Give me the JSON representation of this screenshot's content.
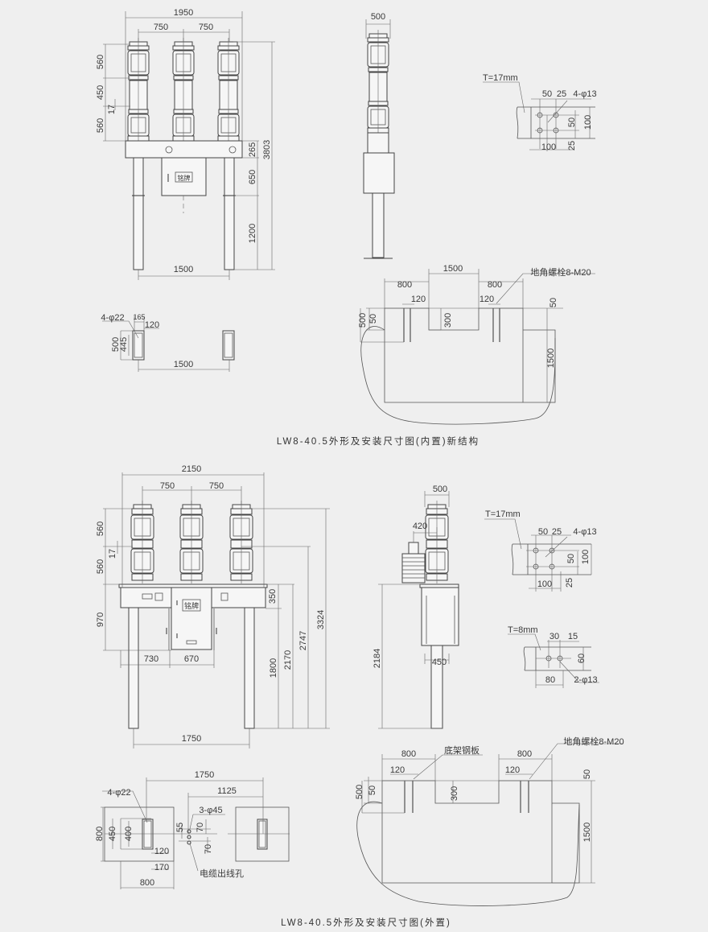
{
  "colors": {
    "background": "#efefef",
    "line": "#555555",
    "text": "#3a3a3a"
  },
  "top": {
    "front": {
      "overall_width": "1950",
      "phase_spacing_left": "750",
      "phase_spacing_right": "750",
      "h_upper": "560",
      "h_mid": "450",
      "h_gap": "17",
      "h_lower": "560",
      "base_h": "265",
      "cabinet_h": "650",
      "leg_h": "1200",
      "total_h": "3803",
      "leg_spacing": "1500",
      "nameplate": "铭牌"
    },
    "side": {
      "width": "500"
    },
    "plate": {
      "thickness": "T=17mm",
      "d1": "50",
      "d2": "25",
      "holes": "4-φ13",
      "v1": "50",
      "v2": "100",
      "w": "100",
      "v3": "25"
    },
    "footprint": {
      "holes": "4-φ22",
      "d165": "165",
      "d120": "120",
      "h500": "500",
      "h445": "445",
      "spacing": "1500"
    },
    "foundation": {
      "span": "1500",
      "left_w": "800",
      "right_w": "800",
      "bolts": "地角螺栓8-M20",
      "left_120": "120",
      "right_120": "120",
      "top_50": "50",
      "h500": "500",
      "h50": "50",
      "notch": "300",
      "depth": "1500"
    },
    "caption": "LW8-40.5外形及安装尺寸图(内置)新结构"
  },
  "bottom": {
    "front": {
      "overall_width": "2150",
      "phase_spacing_left": "750",
      "phase_spacing_right": "750",
      "h_upper": "560",
      "h_gap": "17",
      "h_lower": "560",
      "cabinet_h": "970",
      "w730": "730",
      "w670": "670",
      "box_h": "350",
      "h1800": "1800",
      "h2170": "2170",
      "h2747": "2747",
      "h3324": "3324",
      "leg_spacing": "1750",
      "nameplate": "铭牌"
    },
    "side": {
      "width": "500",
      "ct_offset": "420",
      "height": "2184",
      "leg": "450"
    },
    "plate17": {
      "thickness": "T=17mm",
      "d1": "50",
      "d2": "25",
      "holes": "4-φ13",
      "v1": "50",
      "v2": "100",
      "w": "100",
      "v3": "25"
    },
    "plate8": {
      "thickness": "T=8mm",
      "d1": "30",
      "d2": "15",
      "v": "60",
      "w": "80",
      "holes": "2-φ13"
    },
    "footprint": {
      "holes": "4-φ22",
      "spacing": "1750",
      "cable_offset": "1125",
      "cable_holes": "3-φ45",
      "d55": "55",
      "d70a": "70",
      "d70b": "70",
      "h800": "800",
      "h450": "450",
      "h400": "400",
      "d120": "120",
      "d170": "170",
      "w800": "800",
      "cable_label": "电缆出线孔"
    },
    "foundation": {
      "left_w": "800",
      "plate_label": "底架钢板",
      "right_w": "800",
      "bolts": "地角螺栓8-M20",
      "left_120": "120",
      "right_120": "120",
      "h500": "500",
      "h50": "50",
      "notch": "300",
      "top_50": "50",
      "depth": "1500"
    },
    "caption": "LW8-40.5外形及安装尺寸图(外置)"
  }
}
